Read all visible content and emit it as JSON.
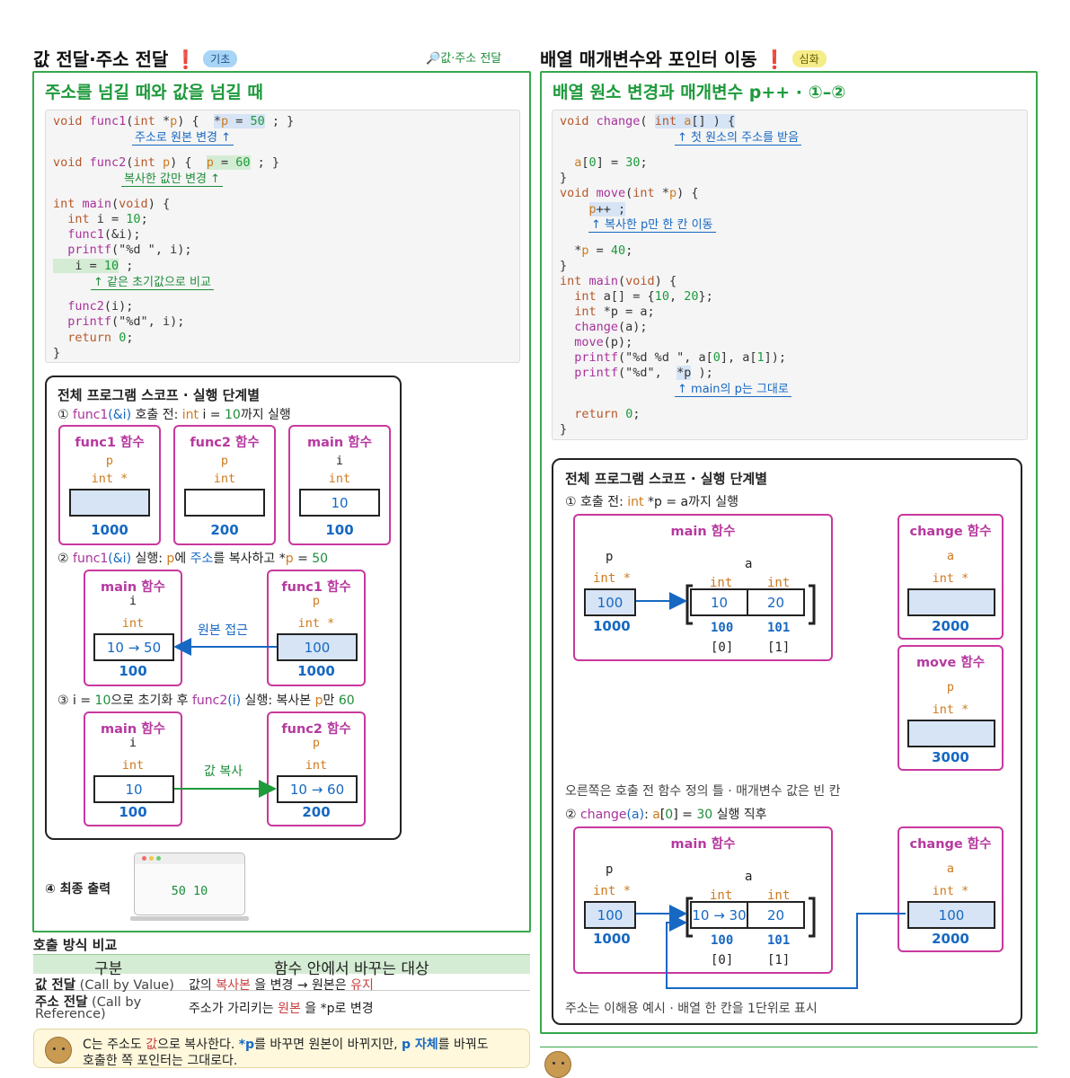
{
  "left": {
    "title": "값 전달·주소 전달",
    "badge": "기초",
    "tag": "값·주소 전달",
    "panel_title": "주소를 넘길 때와 값을 넘길 때",
    "code": {
      "l1": [
        "void ",
        "func1",
        "(",
        "int",
        " *",
        "p",
        ") {  ",
        "*",
        "p",
        " = ",
        "50",
        " ; }"
      ],
      "a1": "주소로 원본 변경",
      "l2": [
        "void ",
        "func2",
        "(",
        "int",
        " ",
        "p",
        ") {  ",
        "p",
        " = ",
        "60",
        " ; }"
      ],
      "a2": "복사한 값만 변경",
      "l3": [
        "int ",
        "main",
        "(",
        "void",
        ") {"
      ],
      "l4": [
        "  ",
        "int",
        " i = ",
        "10",
        ";"
      ],
      "l5": [
        "  ",
        "func1",
        "(&i);"
      ],
      "l6": [
        "  ",
        "printf",
        "(\"%d \", i);"
      ],
      "l7": [
        "   i = ",
        "10",
        " ;"
      ],
      "a3": "같은 초기값으로 비교",
      "l8": [
        "  ",
        "func2",
        "(i);"
      ],
      "l9": [
        "  ",
        "printf",
        "(\"%d\", i);"
      ],
      "l10": [
        "  ",
        "return",
        " ",
        "0",
        ";"
      ],
      "l11": "}"
    },
    "scope": {
      "title": "전체 프로그램 스코프 · 실행 단계별",
      "s1": [
        "① ",
        "func1",
        "(&i)",
        " 호출 전: ",
        "int",
        " i = ",
        "10",
        "까지 실행"
      ],
      "s1_frames": [
        {
          "name": "func1 함수",
          "var": "p",
          "type": "int *",
          "value": "",
          "addr": "1000",
          "fill": true
        },
        {
          "name": "func2 함수",
          "var": "p",
          "type": "int",
          "value": "",
          "addr": "200",
          "fill": false
        },
        {
          "name": "main 함수",
          "var": "i",
          "type": "int",
          "value": "10",
          "addr": "100",
          "fill": false
        }
      ],
      "s2": [
        "② ",
        "func1",
        "(&i)",
        " 실행: ",
        "p",
        "에 ",
        "주소",
        "를 복사하고 *",
        "p",
        " = ",
        "50"
      ],
      "s2_main": {
        "name": "main 함수",
        "var": "i",
        "type": "int",
        "value": "10 → 50",
        "addr": "100"
      },
      "s2_func": {
        "name": "func1 함수",
        "var": "p",
        "type": "int *",
        "value": "100",
        "addr": "1000"
      },
      "s2_arrow": "원본 접근",
      "s3": [
        "③ i = ",
        "10",
        "으로 초기화 후 ",
        "func2",
        "(i)",
        " 실행: 복사본 ",
        "p",
        "만 ",
        "60"
      ],
      "s3_main": {
        "name": "main 함수",
        "var": "i",
        "type": "int",
        "value": "10",
        "addr": "100"
      },
      "s3_func": {
        "name": "func2 함수",
        "var": "p",
        "type": "int",
        "value": "10 → 60",
        "addr": "200"
      },
      "s3_arrow": "값 복사",
      "s4_label": "④ 최종 출력",
      "s4_output": "50 10"
    },
    "compare": {
      "title": "호출 방식 비교",
      "head": [
        "구분",
        "함수 안에서 바꾸는 대상"
      ],
      "rows": [
        {
          "k1": "값 전달",
          "k2": " (Call by Value)",
          "v": [
            "값의 ",
            "복사본",
            " 을 변경 → 원본은 ",
            "유지"
          ]
        },
        {
          "k1": "주소 전달",
          "k2": " (Call by",
          "k3": "Reference)",
          "v": [
            "주소가 가리키는 ",
            "원본",
            " 을 *p로 변경"
          ]
        }
      ]
    },
    "tip": [
      "C는 주소도 ",
      "값",
      "으로 복사한다. ",
      "*p",
      "를 바꾸면 원본이 바뀌지만, ",
      "p 자체",
      "를 바꿔도",
      "호출한 쪽 포인터는 그대로다."
    ]
  },
  "right": {
    "title": "배열 매개변수와 포인터 이동",
    "badge": "심화",
    "panel_title": "배열 원소 변경과 매개변수 p++ · ①–②",
    "code": {
      "l1": [
        "void ",
        "change",
        "( ",
        "int",
        " ",
        "a",
        "[] ) {"
      ],
      "a1": "첫 원소의 주소를 받음",
      "l2": [
        "  ",
        "a",
        "[",
        "0",
        "] = ",
        "30",
        ";"
      ],
      "l3": "}",
      "l4": [
        "void ",
        "move",
        "(",
        "int",
        " *",
        "p",
        ") {"
      ],
      "l5": [
        "    ",
        "p",
        "++ ;"
      ],
      "a2": "복사한 p만 한 칸 이동",
      "l6": [
        "  *",
        "p",
        " = ",
        "40",
        ";"
      ],
      "l7": "}",
      "l8": [
        "int ",
        "main",
        "(",
        "void",
        ") {"
      ],
      "l9": [
        "  ",
        "int",
        " a[] = {",
        "10",
        ", ",
        "20",
        "};"
      ],
      "l10": [
        "  ",
        "int",
        " *p = a;"
      ],
      "l11": [
        "  ",
        "change",
        "(a);"
      ],
      "l12": [
        "  ",
        "move",
        "(p);"
      ],
      "l13": [
        "  ",
        "printf",
        "(\"%d %d \", a[",
        "0",
        "], a[",
        "1",
        "]);"
      ],
      "l14": [
        "  ",
        "printf",
        "(\"%d\",  ",
        "*p",
        " );"
      ],
      "a3": "main의 p는 그대로",
      "l15": [
        "  ",
        "return",
        " ",
        "0",
        ";"
      ],
      "l16": "}"
    },
    "scope": {
      "title": "전체 프로그램 스코프 · 실행 단계별",
      "s1": [
        "① 호출 전: ",
        "int",
        " *p = a까지 실행"
      ],
      "main_name": "main 함수",
      "p_var": "p",
      "p_type": "int *",
      "p_value": "100",
      "p_addr": "1000",
      "a_var": "a",
      "a_type": "int",
      "a1_values": [
        "10",
        "20"
      ],
      "a_addrs": [
        "100",
        "101"
      ],
      "a_idx": [
        "[0]",
        "[1]"
      ],
      "change_frame": {
        "name": "change 함수",
        "var": "a",
        "type": "int *",
        "value": "",
        "addr": "2000"
      },
      "move_frame": {
        "name": "move 함수",
        "var": "p",
        "type": "int *",
        "value": "",
        "addr": "3000"
      },
      "note1": "오른쪽은 호출 전 함수 정의 틀 · 매개변수 값은 빈 칸",
      "s2": [
        "② ",
        "change",
        "(a)",
        ": ",
        "a",
        "[",
        "0",
        "] = ",
        "30",
        " 실행 직후"
      ],
      "a2_values": [
        "10 → 30",
        "20"
      ],
      "change2_frame": {
        "name": "change 함수",
        "var": "a",
        "type": "int *",
        "value": "100",
        "addr": "2000"
      },
      "note2": "주소는 이해용 예시 · 배열 한 칸을 1단위로 표시"
    }
  }
}
